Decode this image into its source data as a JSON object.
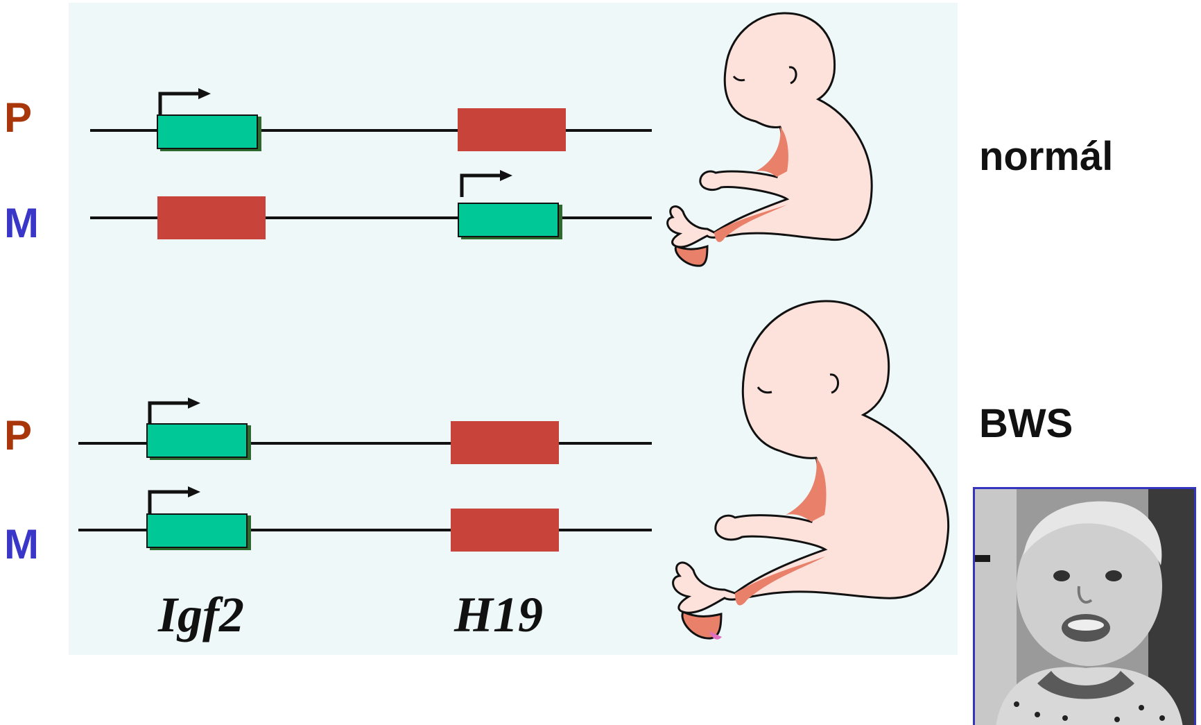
{
  "rows": {
    "normal_p_label": "P",
    "normal_m_label": "M",
    "bws_p_label": "P",
    "bws_m_label": "M"
  },
  "genes": {
    "igf2": "Igf2",
    "h19": "H19"
  },
  "conditions": {
    "normal": "normál",
    "bws": "BWS"
  },
  "colors": {
    "active_gene": "#00c896",
    "silent_gene": "#c8433a",
    "paternal_label": "#a8360a",
    "maternal_label": "#3a37c8",
    "background": "#eef8f8",
    "fetus_fill": "#fde2dc",
    "fetus_shade": "#e8806a"
  },
  "icons": {
    "transcription_arrow": "right-angle-arrow-icon",
    "fetus": "fetus-icon",
    "child_photo": "child-photo"
  }
}
